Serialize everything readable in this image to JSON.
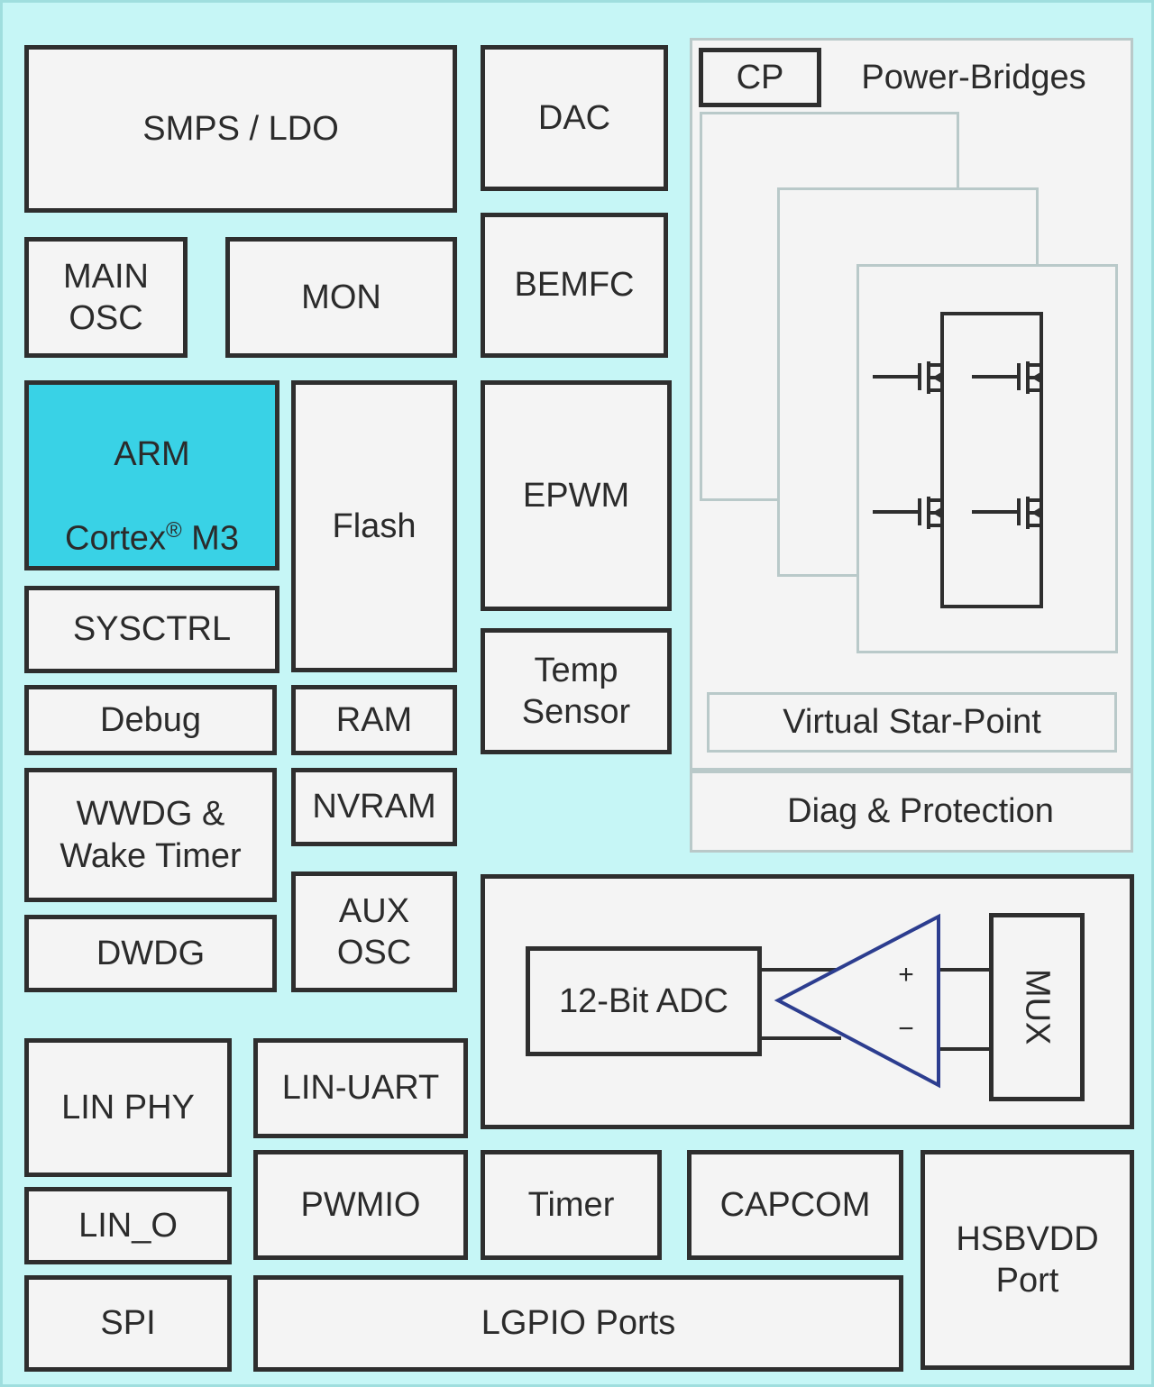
{
  "blocks": {
    "smps_ldo": "SMPS / LDO",
    "dac": "DAC",
    "main_osc": "MAIN\nOSC",
    "mon": "MON",
    "bemfc": "BEMFC",
    "arm_line1": "ARM",
    "arm_line2_prefix": "Cortex",
    "arm_reg": "®",
    "arm_line2_suffix": " M3",
    "flash": "Flash",
    "epwm": "EPWM",
    "sysctrl": "SYSCTRL",
    "temp_sensor": "Temp\nSensor",
    "debug": "Debug",
    "ram": "RAM",
    "wwdg": "WWDG &\nWake Timer",
    "nvram": "NVRAM",
    "aux_osc": "AUX\nOSC",
    "dwdg": "DWDG",
    "lin_phy": "LIN PHY",
    "lin_uart": "LIN-UART",
    "lin_o": "LIN_O",
    "pwmio": "PWMIO",
    "timer": "Timer",
    "capcom": "CAPCOM",
    "hsbvdd": "HSBVDD\nPort",
    "spi": "SPI",
    "lgpio": "LGPIO Ports"
  },
  "power_bridges": {
    "cp": "CP",
    "title": "Power-Bridges",
    "star_point": "Virtual Star-Point",
    "diag": "Diag & Protection"
  },
  "adc": {
    "adc_label": "12-Bit ADC",
    "mux_label": "MUX",
    "plus": "+",
    "minus": "−"
  },
  "colors": {
    "background": "#c6f6f6",
    "block_fill": "#f4f4f4",
    "block_border": "#2e2e2e",
    "arm_fill": "#39d2e6",
    "light_border": "#b9c9c9",
    "amplifier": "#2c3d8f"
  }
}
